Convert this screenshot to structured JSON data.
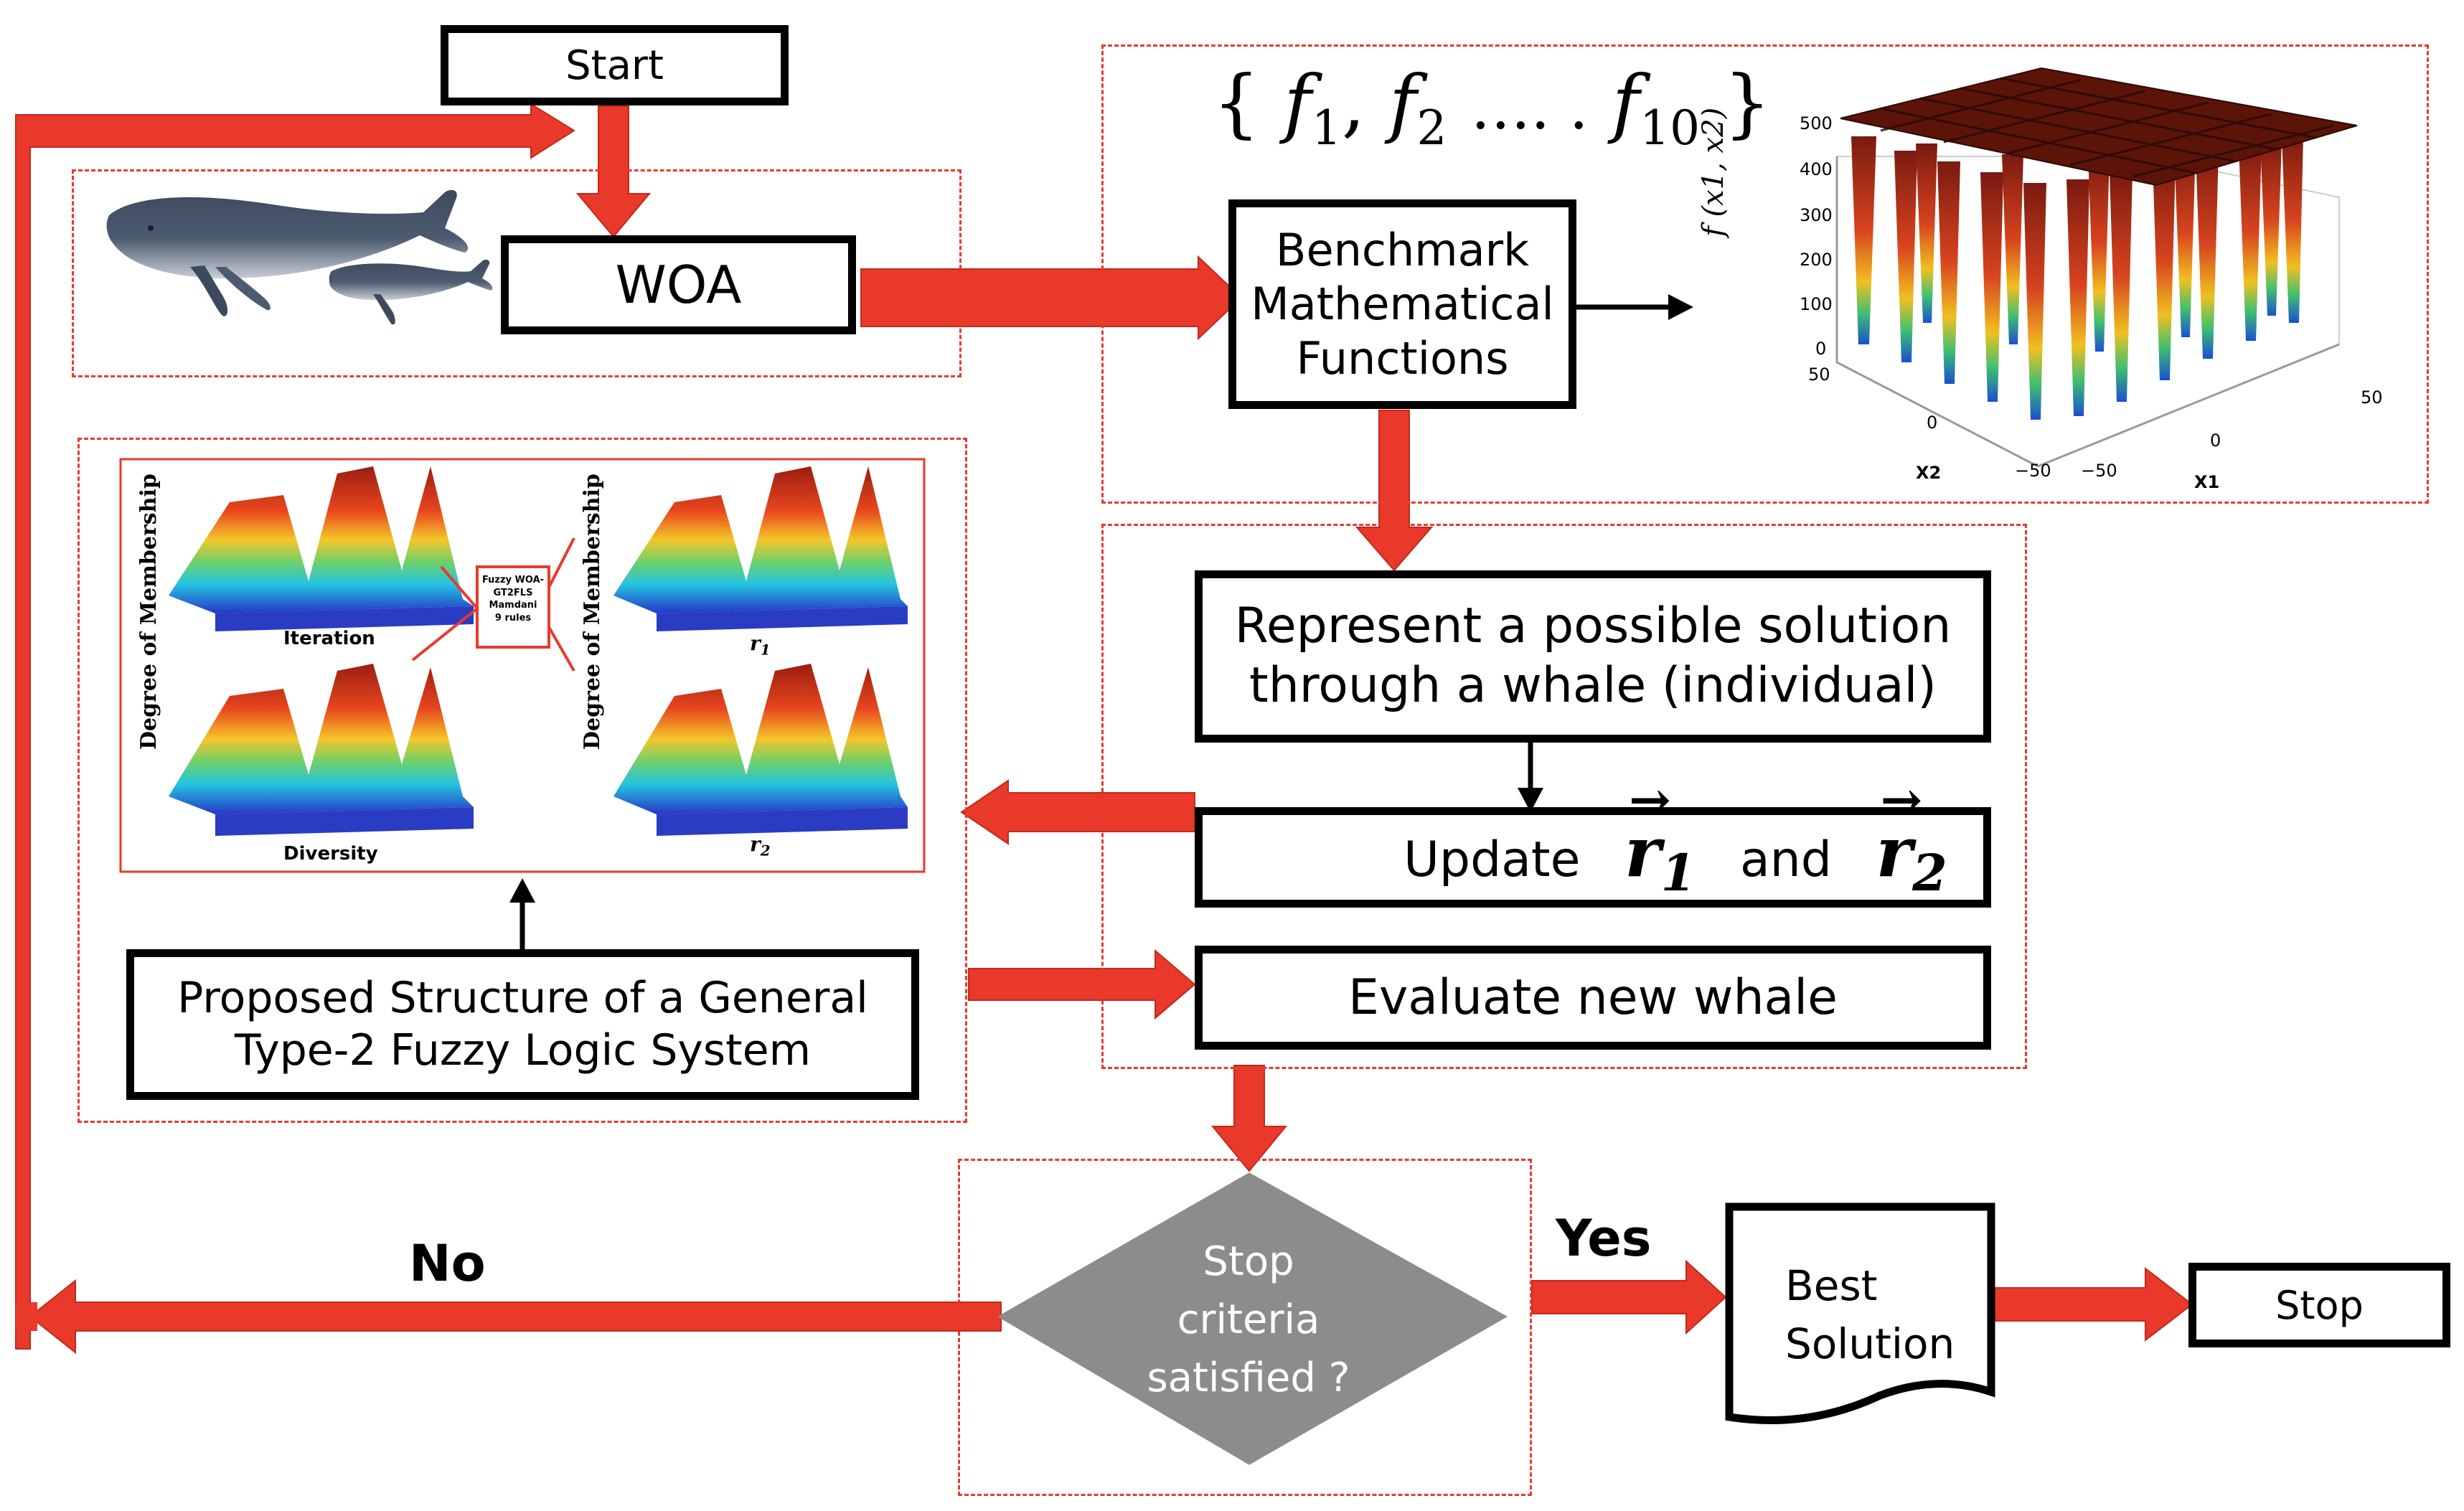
{
  "boxes": {
    "start": "Start",
    "woa": "WOA",
    "benchmark": "Benchmark\nMathematical\nFunctions",
    "represent": "Represent a possible solution\nthrough a whale (individual)",
    "update_prefix": "Update",
    "update_and": "and",
    "r1": "r",
    "r1_sub": "1",
    "r2": "r",
    "r2_sub": "2",
    "evaluate": "Evaluate new whale",
    "proposed": "Proposed Structure of a General\nType-2 Fuzzy Logic System",
    "stop_criteria": "Stop\ncriteria\nsatisfied ?",
    "best_solution": "Best\nSolution",
    "stop": "Stop"
  },
  "labels": {
    "no": "No",
    "yes": "Yes"
  },
  "function_set": {
    "open": "{",
    "items": [
      {
        "name": "f",
        "sub": "1"
      },
      {
        "name": "f",
        "sub": "2"
      }
    ],
    "ellipsis": "…. .",
    "last": {
      "name": "f",
      "sub": "10"
    },
    "close": "}"
  },
  "surface_plot": {
    "zlabel": "f (x1, x2)",
    "z_ticks": [
      "500",
      "400",
      "300",
      "200",
      "100",
      "0"
    ],
    "x2_ticks": [
      "50",
      "0",
      "−50"
    ],
    "x1_ticks": [
      "−50",
      "0",
      "50"
    ],
    "xlabel_x2": "X2",
    "xlabel_x1": "X1"
  },
  "fuzzy_panel": {
    "y_label": "Degree of Membership",
    "center_box": "Fuzzy WOA-\nGT2FLS\nMamdani\n9 rules",
    "plots": [
      {
        "label": "Iteration"
      },
      {
        "label": "Diversity"
      },
      {
        "label": "r",
        "sub": "1"
      },
      {
        "label": "r",
        "sub": "2"
      }
    ]
  },
  "colors": {
    "arrow_red": "#e8392a",
    "dashed_red": "#e83a2c",
    "diamond_gray": "#8c8c8c",
    "box_border": "#000000"
  },
  "icons": [
    "whale-illustration",
    "surface-plot",
    "fuzzy-membership-plots"
  ]
}
